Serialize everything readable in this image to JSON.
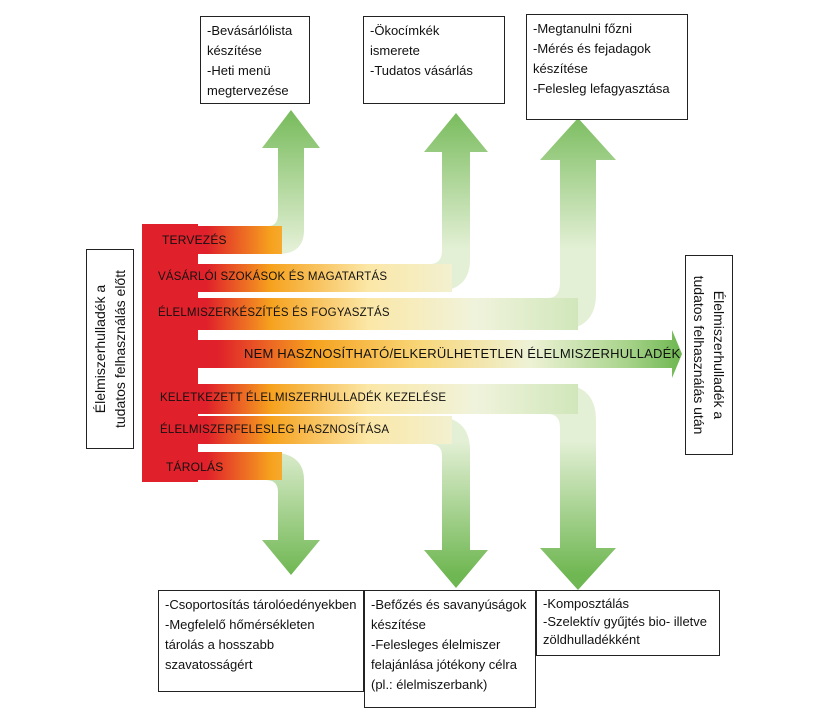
{
  "side_left": {
    "line1": "Élelmiszerhulladék a",
    "line2": "tudatos felhasználás előtt"
  },
  "side_right": {
    "line1": "Élelmiszerhulladék a",
    "line2": "tudatos felhasználás után"
  },
  "stream_labels": {
    "tervezes": "TERVEZÉS",
    "vasarloi": "VÁSÁRLÓI SZOKÁSOK ÉS MAGATARTÁS",
    "elkeszites": "ÉLELMISZERKÉSZÍTÉS ÉS FOGYASZTÁS",
    "nem_hasznosithato": "NEM HASZNOSÍTHATÓ/ELKERÜLHETETLEN ÉLELMISZERHULLADÉK",
    "keletkezett": "KELETKEZETT ÉLELMISZERHULLADÉK KEZELÉSE",
    "felesleg": "ÉLELMISZERFELESLEG HASZNOSÍTÁSA",
    "tarolas": "TÁROLÁS"
  },
  "top_boxes": {
    "box1": [
      "-Bevásárlólista",
      "készítése",
      "-Heti menü",
      "megtervezése"
    ],
    "box2": [
      "-Ökocímkék",
      "ismerete",
      "-Tudatos vásárlás"
    ],
    "box3": [
      "-Megtanulni főzni",
      "-Mérés és fejadagok",
      "készítése",
      "-Felesleg lefagyasztása"
    ]
  },
  "bottom_boxes": {
    "box1": [
      "-Csoportosítás tárolóedényekben",
      "-Megfelelő hőmérsékleten",
      "tárolás a hosszabb",
      "szavatosságért"
    ],
    "box2": [
      "-Befőzés és savanyúságok",
      "készítése",
      "-Felesleges élelmiszer",
      "felajánlása jótékony célra",
      "(pl.: élelmiszerbank)"
    ],
    "box3": [
      "-Komposztálás",
      "-Szelektív gyűjtés bio- illetve",
      "zöldhulladékként"
    ]
  },
  "colors": {
    "red": "#e0202a",
    "orange": "#f6a21e",
    "yellow": "#f9e27a",
    "green": "#6fb752",
    "light_green": "#d8ebc4"
  }
}
